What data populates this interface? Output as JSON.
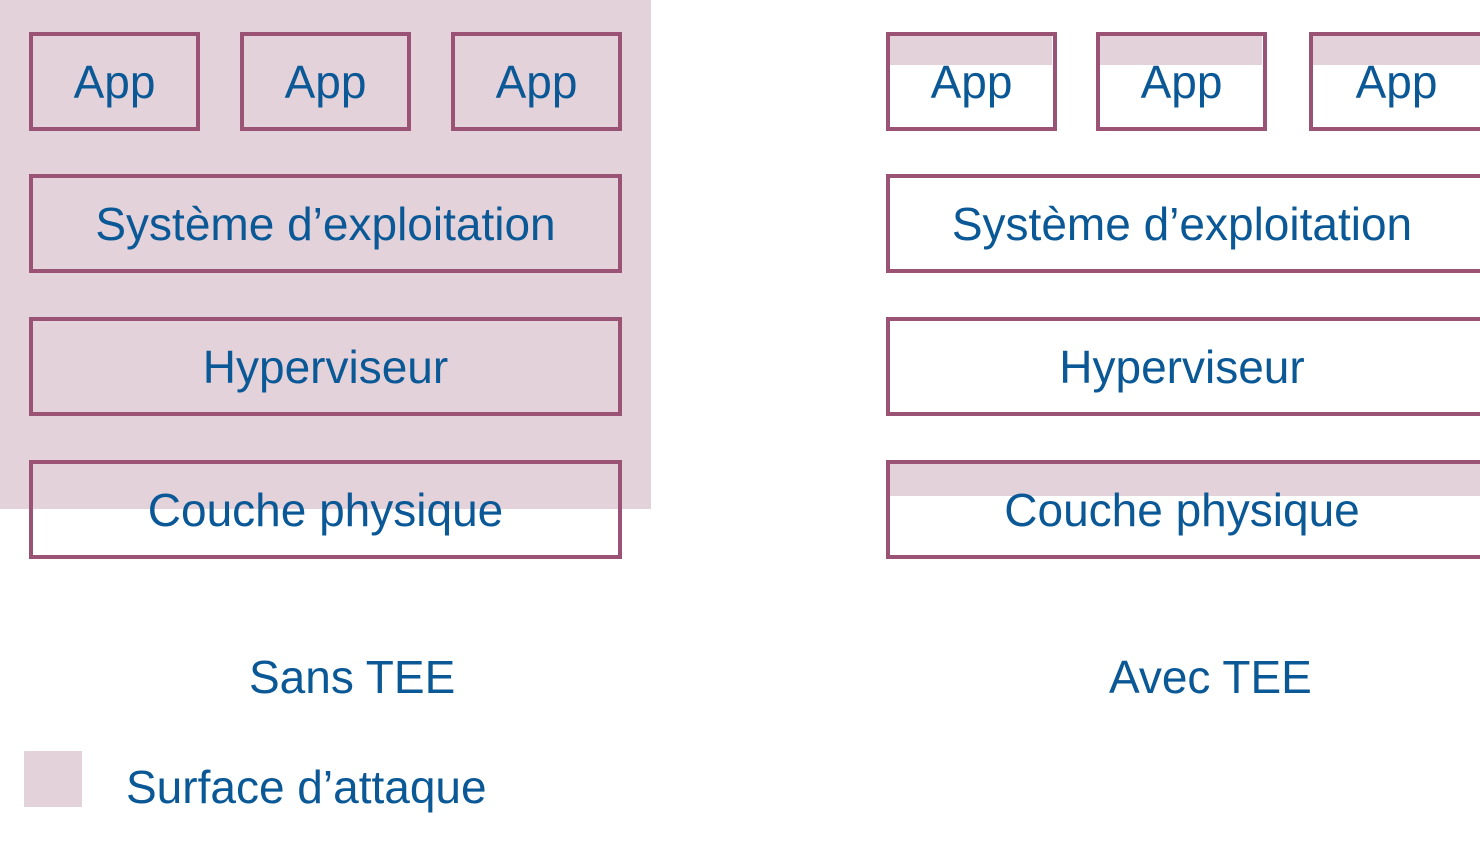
{
  "colors": {
    "attack_surface": "#e3d2da",
    "box_border": "#9a5375",
    "text": "#0a5896"
  },
  "left_panel": {
    "caption": "Sans TEE",
    "apps": [
      "App",
      "App",
      "App"
    ],
    "os": "Système d’exploitation",
    "hypervisor": "Hyperviseur",
    "hardware": "Couche physique"
  },
  "right_panel": {
    "caption": "Avec TEE",
    "apps": [
      "App",
      "App",
      "App"
    ],
    "os": "Système d’exploitation",
    "hypervisor": "Hyperviseur",
    "hardware": "Couche physique"
  },
  "legend": {
    "label": "Surface d’attaque"
  }
}
